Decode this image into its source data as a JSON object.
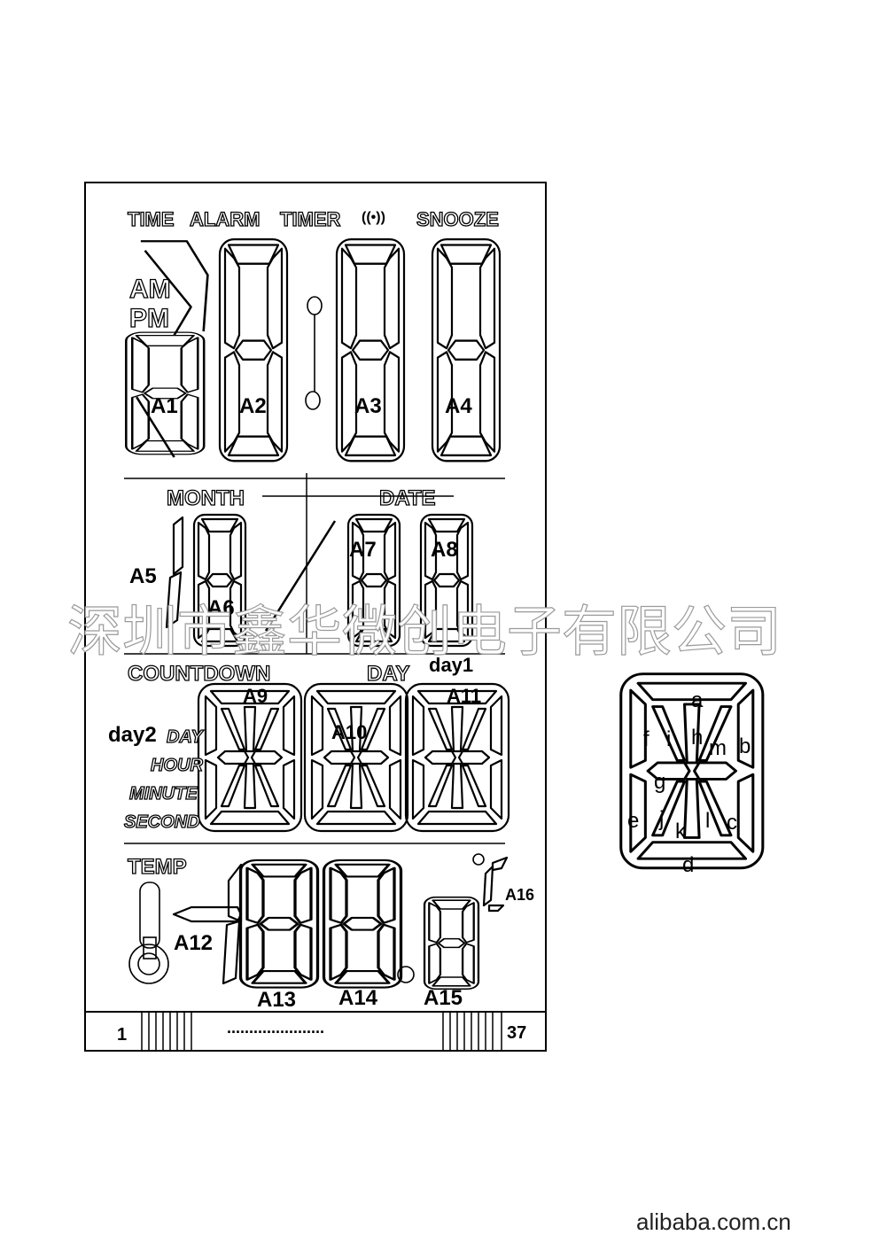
{
  "indicators": {
    "time": "TIME",
    "alarm": "ALARM",
    "timer": "TIMER",
    "alarm_sound_icon": "((•))",
    "snooze": "SNOOZE",
    "am": "AM",
    "pm": "PM",
    "month": "MONTH",
    "date": "DATE",
    "countdown": "COUNTDOWN",
    "day": "DAY",
    "day1": "day1",
    "day2": "day2",
    "unit_day": "DAY",
    "unit_hour": "HOUR",
    "unit_minute": "MINUTE",
    "unit_second": "SECOND",
    "temp": "TEMP",
    "thermometer_icon": "thermometer"
  },
  "digit_labels": {
    "a1": "A1",
    "a2": "A2",
    "a3": "A3",
    "a4": "A4",
    "a5": "A5",
    "a6": "A6",
    "a7": "A7",
    "a8": "A8",
    "a9": "A9",
    "a10": "A10",
    "a11": "A11",
    "a12": "A12",
    "a13": "A13",
    "a14": "A14",
    "a15": "A15",
    "a16": "A16"
  },
  "pins": {
    "first": "1",
    "last": "37",
    "dots": "......................"
  },
  "segment_legend": {
    "a": "a",
    "b": "b",
    "c": "c",
    "d": "d",
    "e": "e",
    "f": "f",
    "g": "g",
    "h": "h",
    "i": "i",
    "j": "j",
    "k": "k",
    "l": "l",
    "m": "m"
  },
  "watermark": "深圳市鑫华微创电子有限公司",
  "footer": "alibaba.com.cn"
}
